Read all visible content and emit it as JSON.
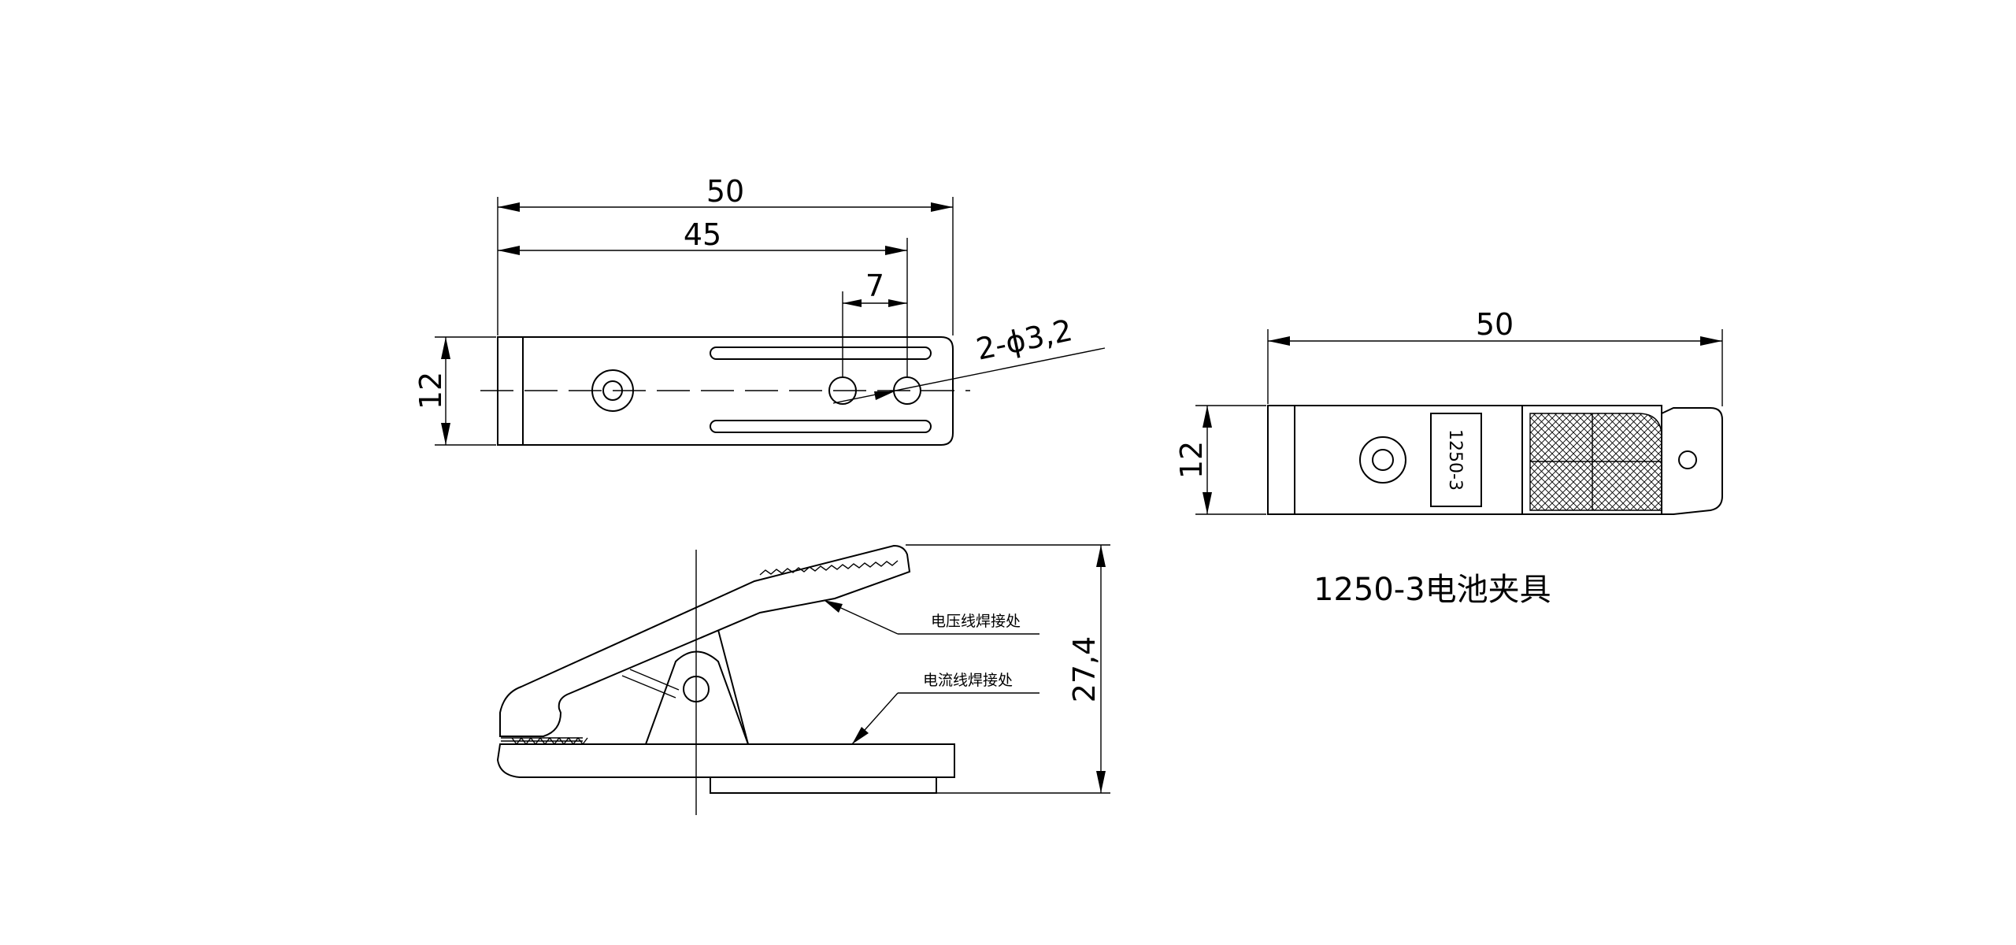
{
  "top_view": {
    "dim_overall_length": "50",
    "dim_hole_position": "45",
    "dim_hole_spacing": "7",
    "dim_height": "12",
    "callout_holes": "2-ϕ3,2"
  },
  "side_view": {
    "dim_height": "27,4",
    "note_voltage_wire": "电压线焊接处",
    "note_current_wire": "电流线焊接处"
  },
  "right_view": {
    "dim_overall_length": "50",
    "dim_height": "12",
    "part_label": "1250-3"
  },
  "caption": "1250-3电池夹具"
}
